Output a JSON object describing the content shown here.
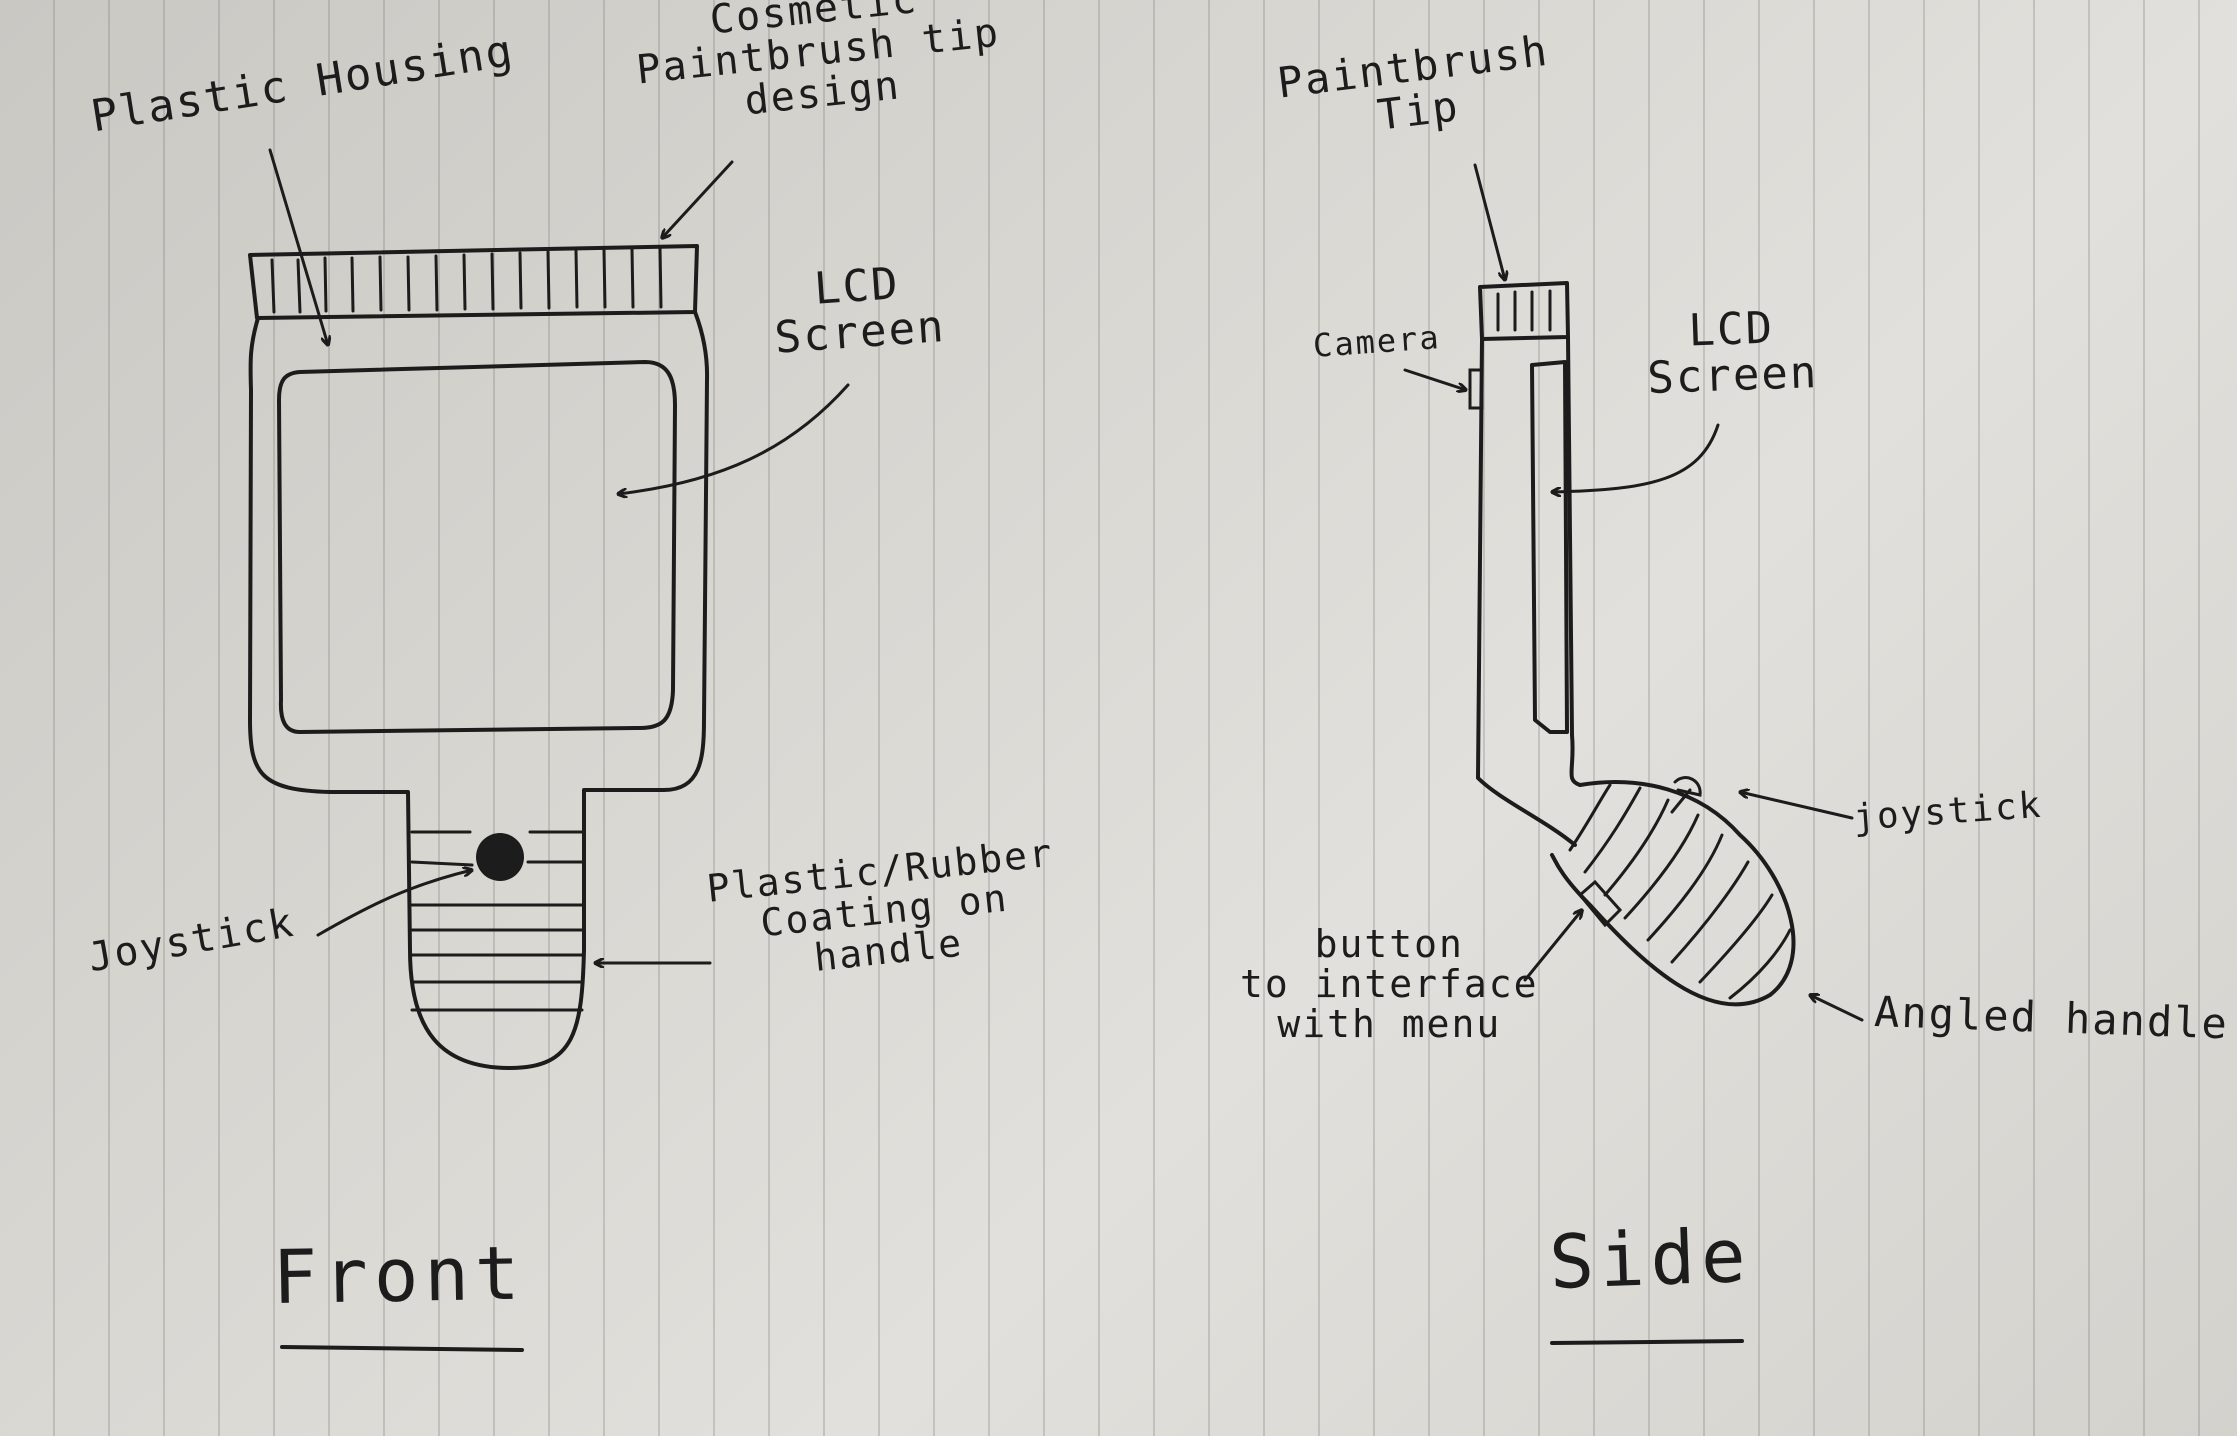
{
  "front": {
    "title": "Front",
    "labels": {
      "plastic_housing": "Plastic Housing",
      "paintbrush_tip_design": [
        "Cosmetic",
        "Paintbrush tip",
        "design"
      ],
      "lcd_screen": [
        "LCD",
        "Screen"
      ],
      "joystick": "Joystick",
      "coating": [
        "Plastic/Rubber",
        "Coating on",
        "handle"
      ]
    }
  },
  "side": {
    "title": "Side",
    "labels": {
      "paintbrush_tip": [
        "Paintbrush",
        "Tip"
      ],
      "camera": "Camera",
      "lcd_screen": [
        "LCD",
        "Screen"
      ],
      "joystick": "joystick",
      "button": [
        "button",
        "to interface",
        "with menu"
      ],
      "angled_handle": "Angled handle"
    }
  }
}
